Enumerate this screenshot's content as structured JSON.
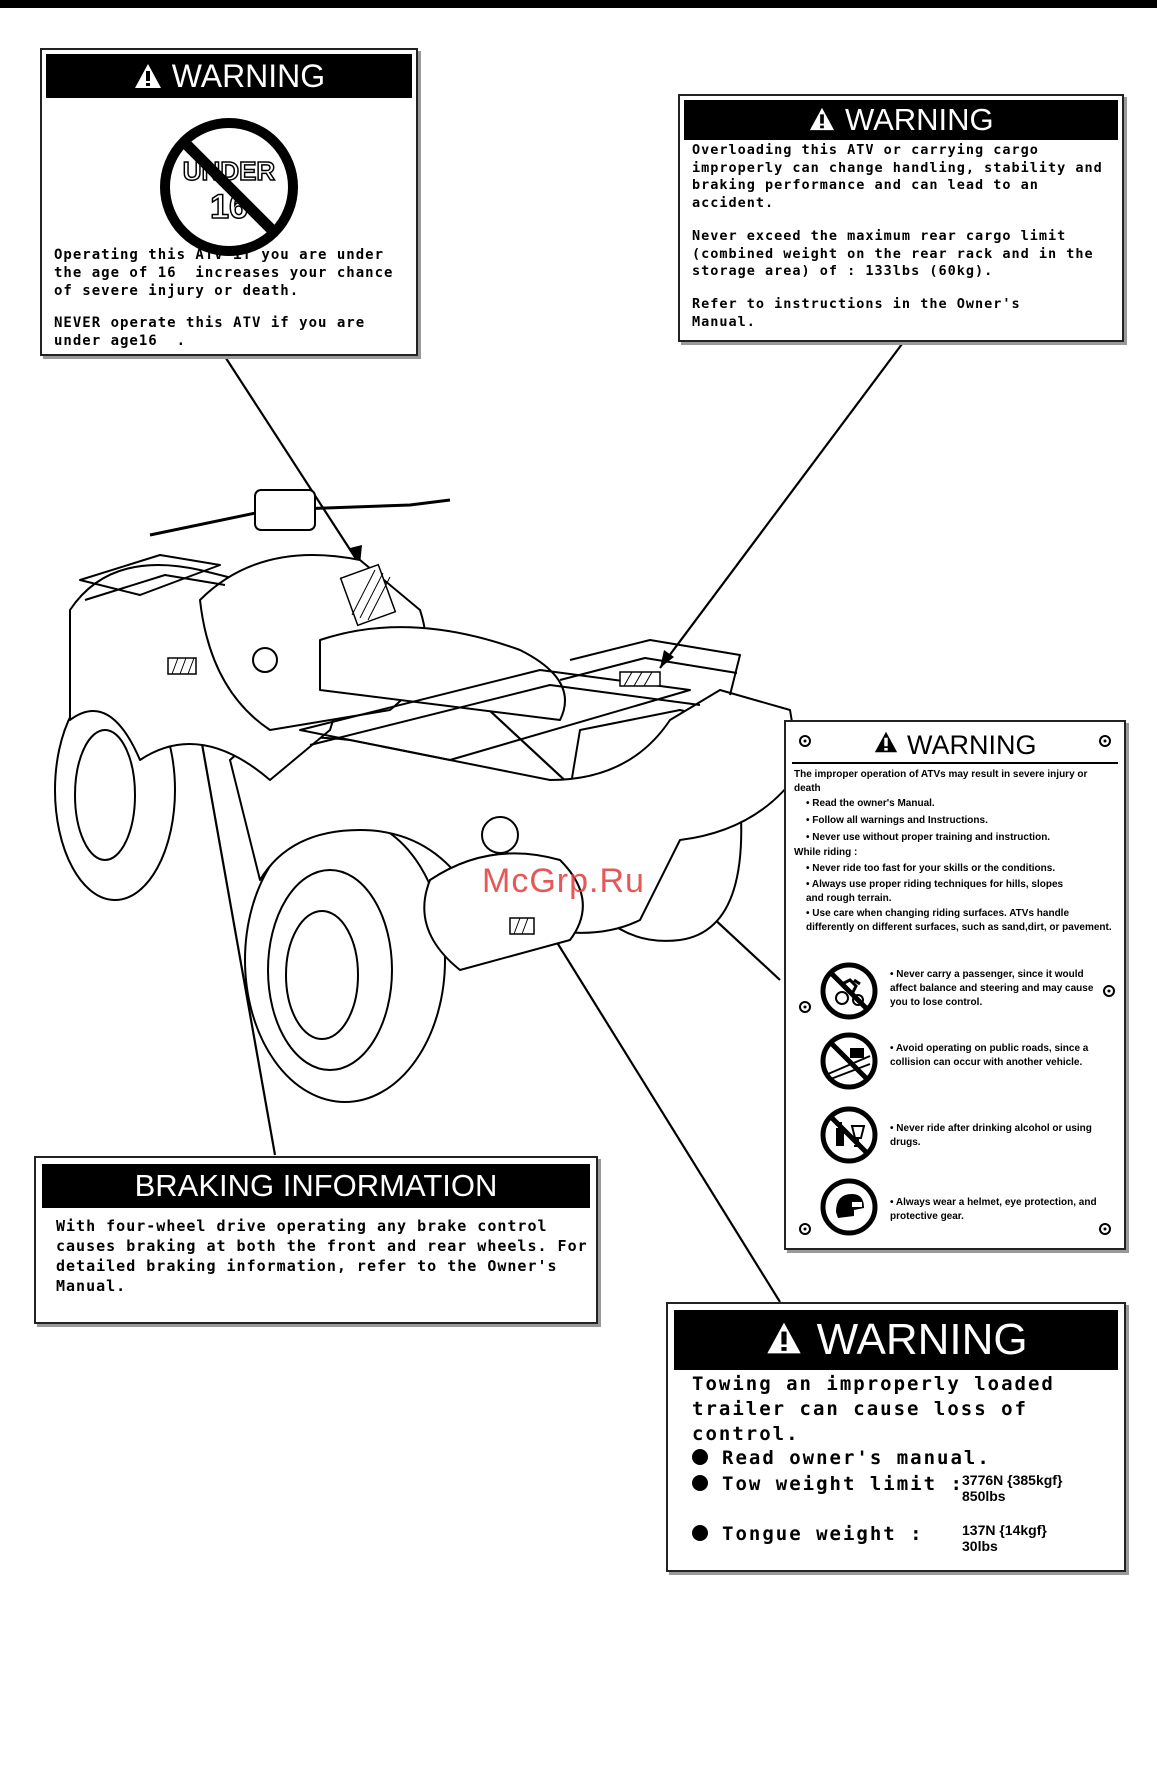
{
  "label_under16": {
    "heading": "WARNING",
    "seal_text_1": "UNDER",
    "seal_text_2": "16",
    "body": "Operating this ATV if you are under the age of 16  increases your chance of severe injury or death.",
    "never_word": "NEVER",
    "never_rest": " operate this ATV if you are under age16  ."
  },
  "label_cargo": {
    "heading": "WARNING",
    "para1": "Overloading this ATV or carrying cargo improperly can change handling, stability and braking performance and can lead to an accident.",
    "para2": "Never exceed the maximum rear cargo limit (combined weight on the rear rack and in the storage area) of : 133lbs (60kg).",
    "para3": "Refer to instructions in the Owner's Manual."
  },
  "label_operation": {
    "heading": "WARNING",
    "intro": "The improper operation of ATVs may result in severe injury or death",
    "bullets": [
      "Read the owner's Manual.",
      "Follow all warnings and Instructions.",
      "Never use without proper training and instruction."
    ],
    "while_riding": "While riding :",
    "riding_bullets": [
      "Never ride too fast for your skills or the conditions.",
      "Always use proper riding techniques for hills, slopes and rough terrain.",
      "Use care when changing riding surfaces. ATVs handle differently on different surfaces, such as sand,dirt, or pavement."
    ],
    "pictograms": [
      {
        "icon": "no-passenger-icon",
        "text": "Never carry a  passenger, since it would affect balance and steering and may cause you to lose control."
      },
      {
        "icon": "no-public-roads-icon",
        "text": "Avoid operating on public roads, since a collision can occur with another vehicle."
      },
      {
        "icon": "no-alcohol-icon",
        "text": "Never ride after drinking alcohol or using drugs."
      },
      {
        "icon": "helmet-icon",
        "text": "Always wear a helmet, eye protection, and protective gear."
      }
    ]
  },
  "label_braking": {
    "heading": "BRAKING INFORMATION",
    "body": "With four-wheel drive operating any brake control causes braking at both the front and rear wheels. For detailed braking information, refer to the Owner's Manual."
  },
  "label_towing": {
    "heading": "WARNING",
    "intro": "Towing an improperly loaded trailer can cause loss of control.",
    "item1": "Read owner's manual.",
    "item2_label": "Tow weight limit :",
    "item2_value_1": "3776N {385kgf}",
    "item2_value_2": "850lbs",
    "item3_label": "Tongue weight :",
    "item3_value_1": "137N {14kgf}",
    "item3_value_2": "30lbs"
  },
  "watermark": "McGrp.Ru"
}
